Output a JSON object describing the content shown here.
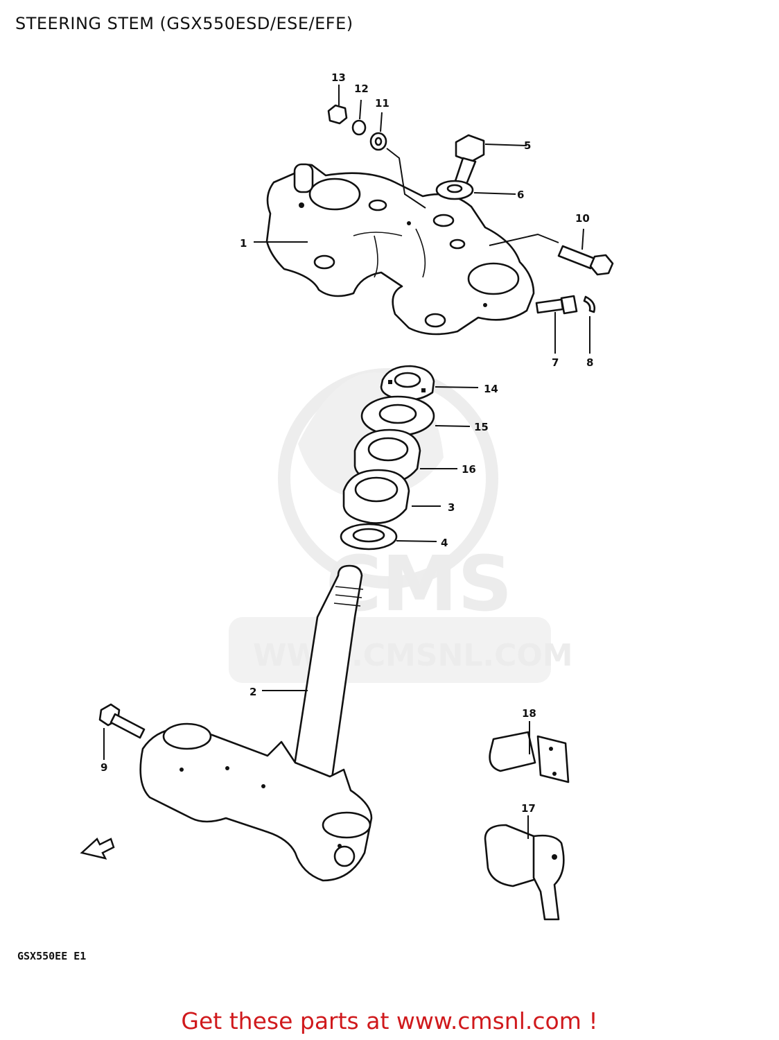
{
  "title": "STEERING STEM (GSX550ESD/ESE/EFE)",
  "watermark": {
    "brand": "CMS",
    "url": "WWW.CMSNL.COM"
  },
  "model_code": "GSX550EE E1",
  "cta": "Get these parts at www.cmsnl.com !",
  "colors": {
    "cta": "#d0191c",
    "ink": "#111111",
    "watermark": "#ececec"
  },
  "callouts": {
    "p1": "1",
    "p2": "2",
    "p3": "3",
    "p4": "4",
    "p5": "5",
    "p6": "6",
    "p7": "7",
    "p8": "8",
    "p9": "9",
    "p10": "10",
    "p11": "11",
    "p12": "12",
    "p13": "13",
    "p14": "14",
    "p15": "15",
    "p16": "16",
    "p17": "17",
    "p18": "18"
  }
}
